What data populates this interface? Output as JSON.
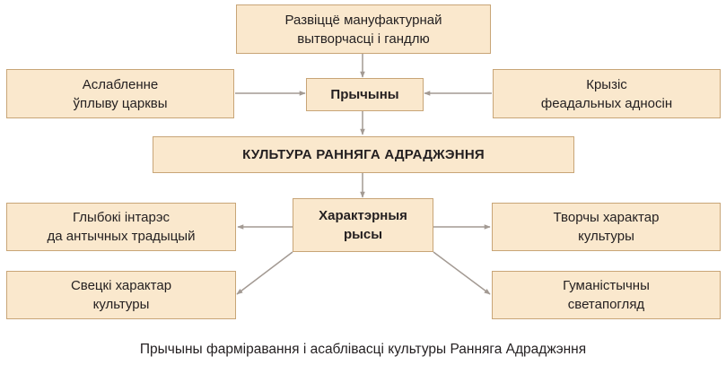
{
  "diagram": {
    "colors": {
      "box_fill": "#fae8cd",
      "box_border": "#c8a577",
      "arrow": "#a39a93"
    },
    "top_cause": "Развіццё мануфактурнай\nвытворчасці і гандлю",
    "left_cause": "Аслабленне\nўплыву царквы",
    "causes_hub": "Прычыны",
    "right_cause": "Крызіс\nфеадальных адносін",
    "main_title": "КУЛЬТУРА РАННЯГА АДРАДЖЭННЯ",
    "features_hub": "Характэрныя\nрысы",
    "feature_top_left": "Глыбокі інтарэс\nда антычных традыцый",
    "feature_top_right": "Творчы характар\nкультуры",
    "feature_bottom_left": "Свецкі характар\nкультуры",
    "feature_bottom_right": "Гуманістычны\nсветапогляд"
  },
  "caption": "Прычыны фарміравання і асаблівасці культуры Ранняга Адраджэння"
}
